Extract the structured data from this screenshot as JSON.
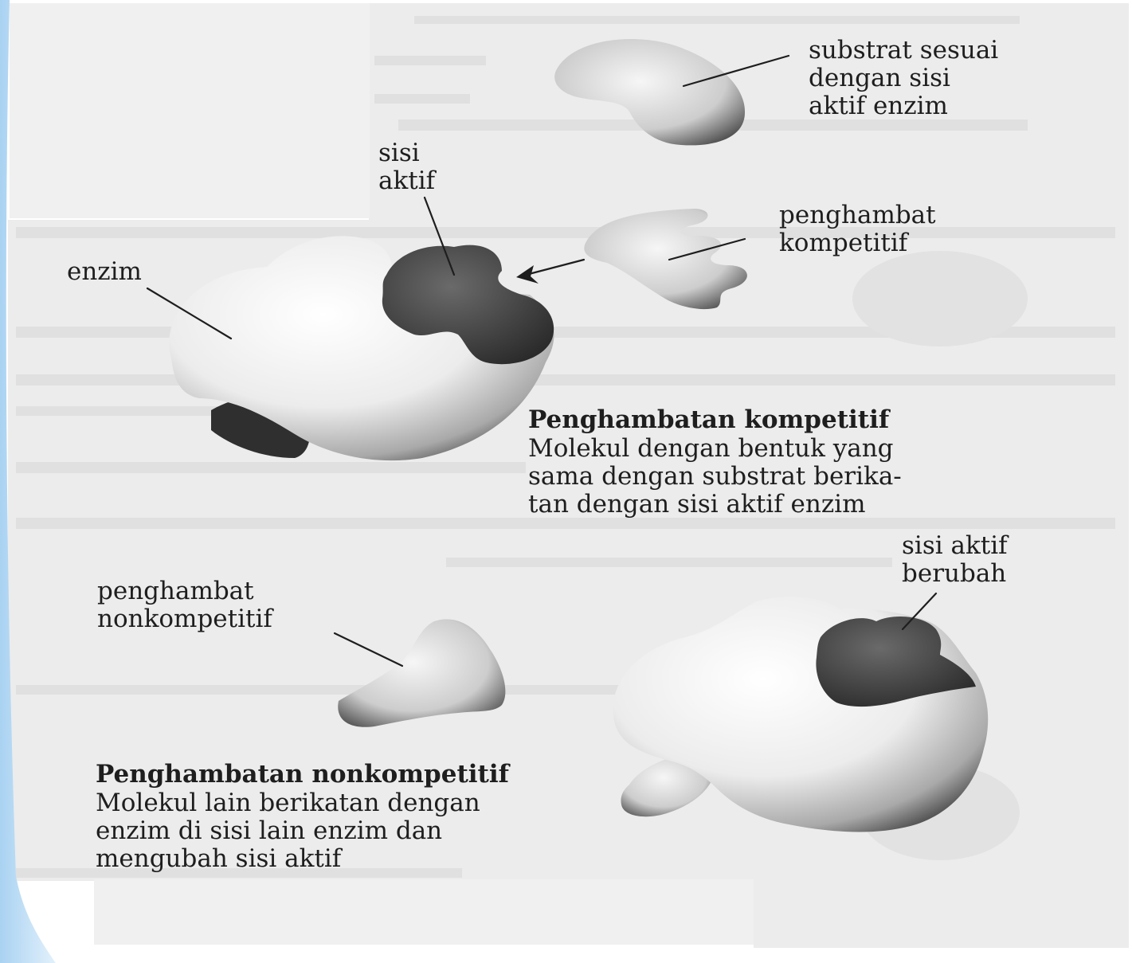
{
  "labels": {
    "substrate": [
      "substrat sesuai",
      "dengan sisi",
      "aktif enzim"
    ],
    "active_site": [
      "sisi",
      "aktif"
    ],
    "competitive_inhibitor": [
      "penghambat",
      "kompetitif"
    ],
    "enzyme": "enzim",
    "noncompetitive_inhibitor": [
      "penghambat",
      "nonkompetitif"
    ],
    "changed_active_site": [
      "sisi aktif",
      "berubah"
    ]
  },
  "captions": {
    "competitive": {
      "title": "Penghambatan kompetitif",
      "lines": [
        "Molekul dengan bentuk yang",
        "sama dengan substrat berika-",
        "tan dengan sisi aktif enzim"
      ]
    },
    "noncompetitive": {
      "title": "Penghambatan nonkompetitif",
      "lines": [
        "Molekul lain berikatan dengan",
        "enzim di sisi lain enzim dan",
        "mengubah sisi aktif"
      ]
    }
  },
  "colors": {
    "page_background": "#ffffff",
    "scan_background": "#ececec",
    "accent_swoosh": "#cfe6f8",
    "enzyme_light": "#f3f3f3",
    "enzyme_mid": "#9d9d9d",
    "active_site_dark": "#3f3f3f",
    "text": "#1e1e1e"
  }
}
